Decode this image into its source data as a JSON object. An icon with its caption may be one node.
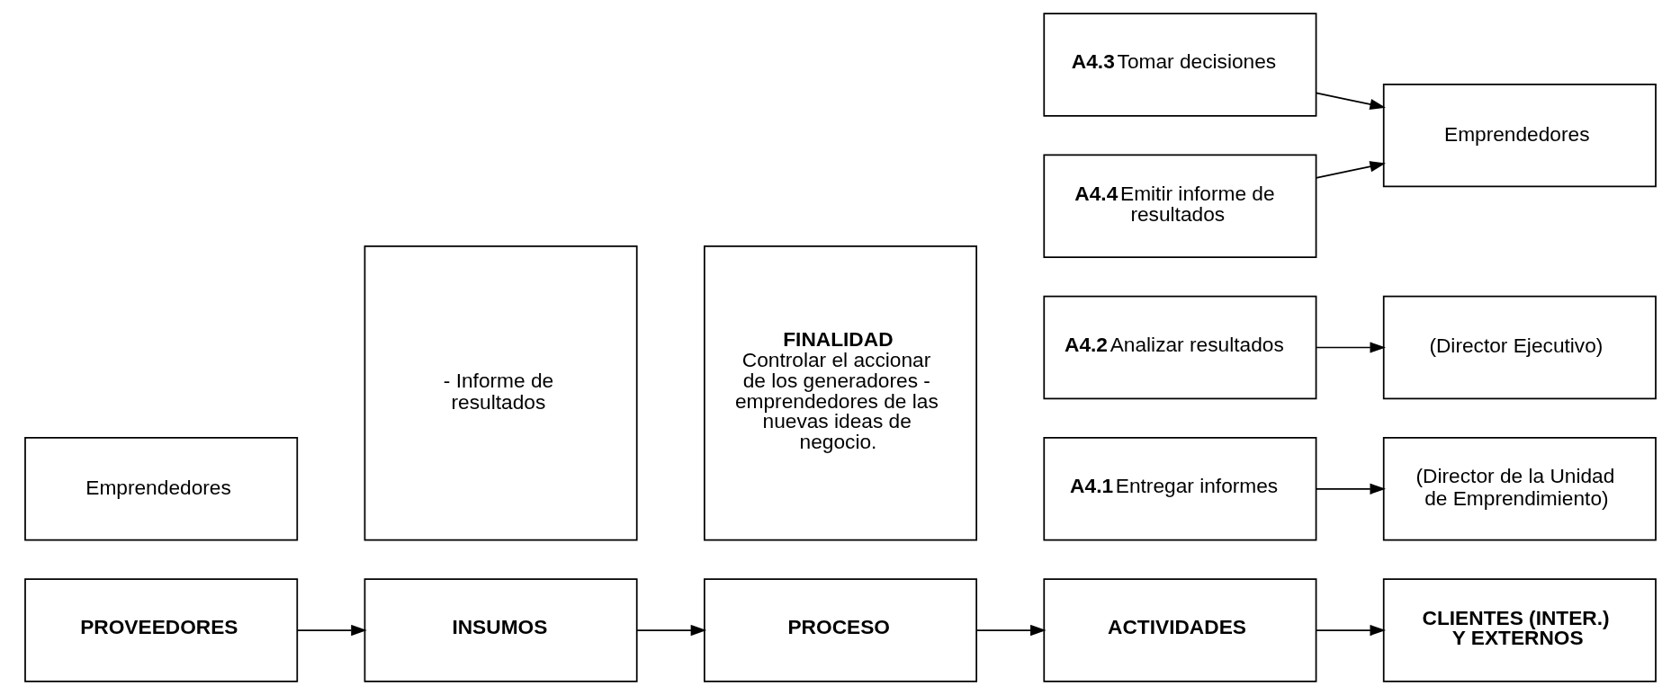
{
  "diagram": {
    "nodes": [
      {
        "text": [
          "PROVEEDORES"
        ]
      },
      {
        "text": [
          "INSUMOS"
        ]
      },
      {
        "text": [
          "PROCESO"
        ]
      },
      {
        "text": [
          "ACTIVIDADES"
        ]
      },
      {
        "text": [
          "CLIENTES (INTER.) Y EXTERNOS"
        ]
      },
      {
        "text": [
          "Emprendedores"
        ]
      },
      {
        "text": [
          "- Informe de resultados"
        ]
      },
      {
        "text": [
          "FINALIDAD",
          "Controlar el accionar de los generadores - emprendedores de las nuevas ideas de negocio."
        ]
      },
      {
        "text": [
          "A4.1",
          "Entregar informes"
        ]
      },
      {
        "text": [
          "(Director de la Unidad de Emprendimiento)"
        ]
      },
      {
        "text": [
          "A4.2",
          "Analizar resultados"
        ]
      },
      {
        "text": [
          "(Director Ejecutivo)"
        ]
      },
      {
        "text": [
          "A4.3",
          "Tomar decisiones"
        ]
      },
      {
        "text": [
          "A4.4",
          "Emitir informe de resultados"
        ]
      },
      {
        "text": [
          "Emprendedores"
        ]
      }
    ],
    "edges": [
      {
        "from": 0,
        "to": 1,
        "arrow": "to"
      },
      {
        "from": 1,
        "to": 2,
        "arrow": "to"
      },
      {
        "from": 2,
        "to": 3,
        "arrow": "to"
      },
      {
        "from": 3,
        "to": 4,
        "arrow": "to"
      },
      {
        "from": 8,
        "to": 9,
        "arrow": "to"
      },
      {
        "from": 10,
        "to": 11,
        "arrow": "to"
      },
      {
        "from": 12,
        "to": 14,
        "arrow": "to"
      },
      {
        "from": 13,
        "to": 14,
        "arrow": "to"
      }
    ]
  }
}
